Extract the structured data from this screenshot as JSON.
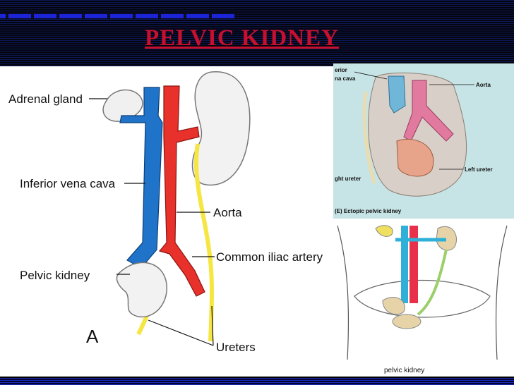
{
  "slide": {
    "title": "PELVIC KIDNEY"
  },
  "figure_a": {
    "panel_letter": "A",
    "labels": {
      "adrenal_gland": "Adrenal gland",
      "inferior_vena_cava": "Inferior vena cava",
      "aorta": "Aorta",
      "common_iliac_artery": "Common iliac artery",
      "pelvic_kidney": "Pelvic kidney",
      "ureters": "Ureters"
    }
  },
  "figure_e": {
    "labels": {
      "inferior_vena_cava_partial": "erior",
      "vena_cava_partial": "na cava",
      "aorta": "Aorta",
      "right_ureter_partial": "ght ureter",
      "left_ureter": "Left ureter",
      "caption": "(E) Ectopic pelvic kidney"
    }
  },
  "figure_p": {
    "caption": "pelvic kidney"
  },
  "colors": {
    "title": "#c8102e",
    "vein": "#1f73c9",
    "artery": "#e8312b",
    "ureter": "#f5e642",
    "header_bar": "#1b24d6"
  }
}
